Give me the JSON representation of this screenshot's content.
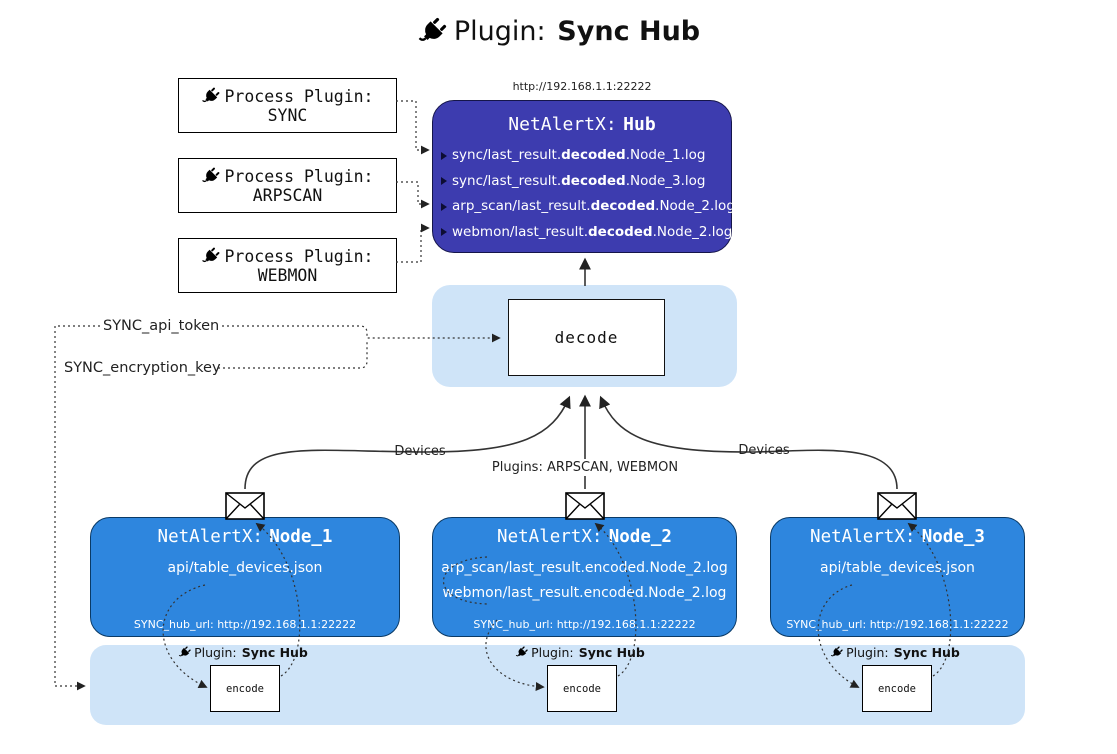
{
  "title": {
    "label": "Plugin:",
    "bold": "Sync Hub"
  },
  "hub_url": "http://192.168.1.1:22222",
  "process_plugins": [
    {
      "line1": "Process Plugin:",
      "line2": "SYNC"
    },
    {
      "line1": "Process Plugin:",
      "line2": "ARPSCAN"
    },
    {
      "line1": "Process Plugin:",
      "line2": "WEBMON"
    }
  ],
  "hub": {
    "title_label": "NetAlertX:",
    "title_bold": "Hub",
    "lines": [
      {
        "pre": "sync/last_result.",
        "bold": "decoded",
        "post": ".Node_1.log"
      },
      {
        "pre": "sync/last_result.",
        "bold": "decoded",
        "post": ".Node_3.log"
      },
      {
        "pre": "arp_scan/last_result.",
        "bold": "decoded",
        "post": ".Node_2.log"
      },
      {
        "pre": "webmon/last_result.",
        "bold": "decoded",
        "post": ".Node_2.log"
      }
    ]
  },
  "decode_label": "decode",
  "config": {
    "api_token": "SYNC_api_token",
    "encryption_key": "SYNC_encryption_key"
  },
  "edge_labels": {
    "left": "Devices",
    "center": "Plugins: ARPSCAN, WEBMON",
    "right": "Devices"
  },
  "nodes": [
    {
      "title_label": "NetAlertX:",
      "title_bold": "Node_1",
      "lines": [
        "api/table_devices.json"
      ],
      "footer": "SYNC_hub_url: http://192.168.1.1:22222"
    },
    {
      "title_label": "NetAlertX:",
      "title_bold": "Node_2",
      "lines": [
        "arp_scan/last_result.encoded.Node_2.log",
        "webmon/last_result.encoded.Node_2.log"
      ],
      "footer": "SYNC_hub_url: http://192.168.1.1:22222"
    },
    {
      "title_label": "NetAlertX:",
      "title_bold": "Node_3",
      "lines": [
        "api/table_devices.json"
      ],
      "footer": "SYNC_hub_url: http://192.168.1.1:22222"
    }
  ],
  "band": {
    "plugin_label": "Plugin:",
    "plugin_bold": "Sync Hub",
    "encode_label": "encode"
  },
  "colors": {
    "hub_fill": "#3d3caf",
    "node_fill": "#2e86de",
    "panel_fill": "#cfe4f8",
    "line_color": "#333333"
  }
}
